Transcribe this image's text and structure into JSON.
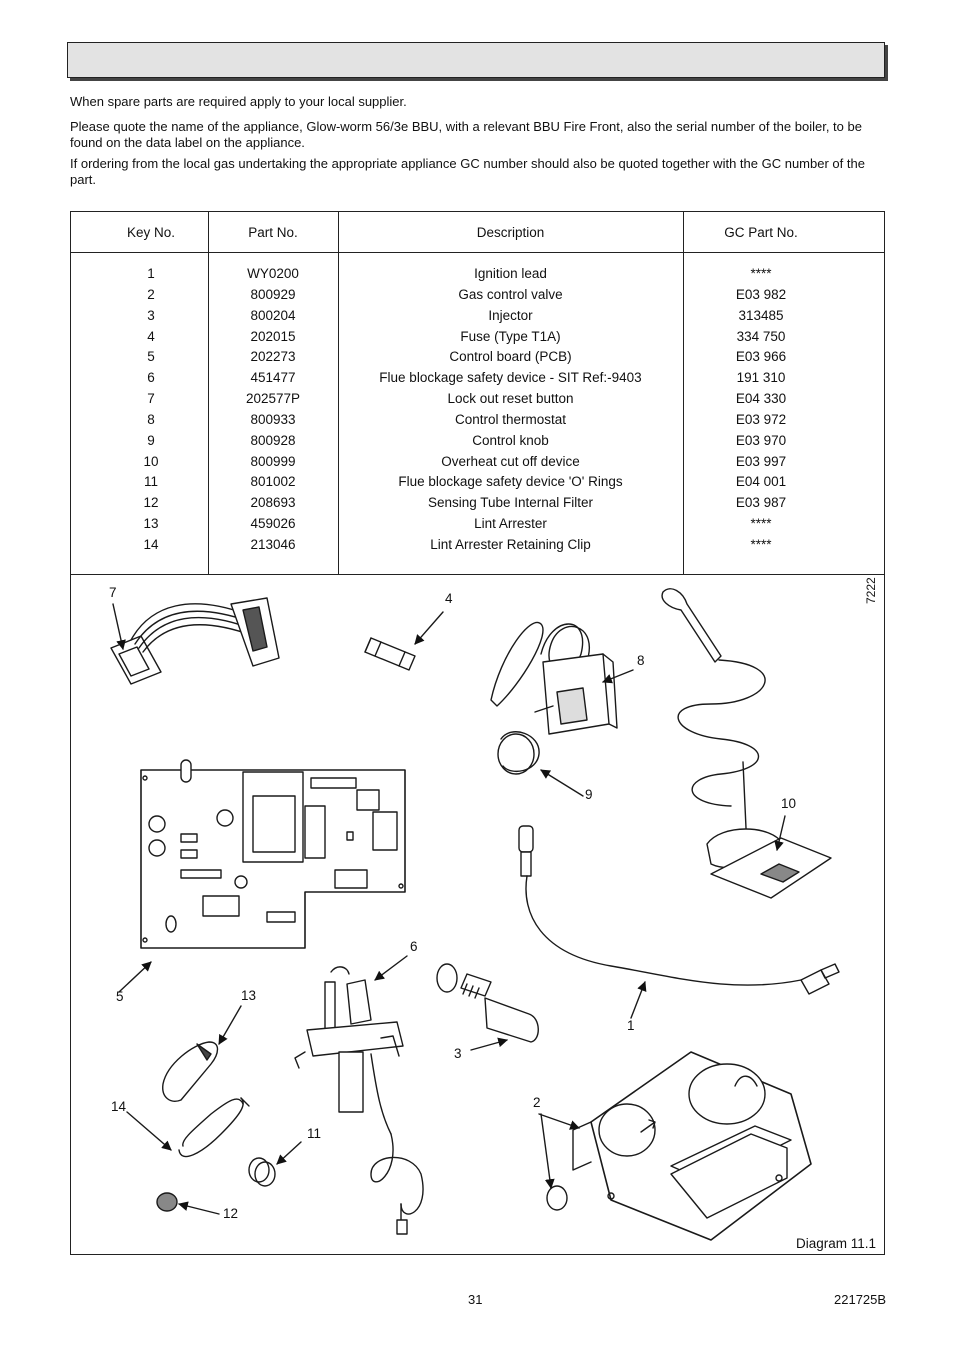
{
  "intro": {
    "p1": "When spare parts are required apply to your local supplier.",
    "p2": "Please quote the name of the appliance, Glow-worm 56/3e BBU, with a relevant BBU Fire Front, also the serial number of the boiler, to be found on the data label on the appliance.",
    "p3": "If ordering from the local gas undertaking the appropriate appliance GC number should also be quoted together with the GC number of the part."
  },
  "table": {
    "headers": [
      "Key No.",
      "Part No.",
      "Description",
      "GC Part No."
    ],
    "rows": [
      {
        "key": "1",
        "part": "WY0200",
        "desc": "Ignition lead",
        "gc": "****"
      },
      {
        "key": "2",
        "part": "800929",
        "desc": "Gas control valve",
        "gc": "E03 982"
      },
      {
        "key": "3",
        "part": "800204",
        "desc": "Injector",
        "gc": "313485"
      },
      {
        "key": "4",
        "part": "202015",
        "desc": "Fuse (Type T1A)",
        "gc": "334 750"
      },
      {
        "key": "5",
        "part": "202273",
        "desc": "Control board (PCB)",
        "gc": "E03 966"
      },
      {
        "key": "6",
        "part": "451477",
        "desc": "Flue blockage safety device - SIT Ref:-9403",
        "gc": "191 310"
      },
      {
        "key": "7",
        "part": "202577P",
        "desc": "Lock out reset button",
        "gc": "E04 330"
      },
      {
        "key": "8",
        "part": "800933",
        "desc": "Control thermostat",
        "gc": "E03 972"
      },
      {
        "key": "9",
        "part": "800928",
        "desc": "Control knob",
        "gc": "E03 970"
      },
      {
        "key": "10",
        "part": "800999",
        "desc": "Overheat cut off device",
        "gc": "E03 997"
      },
      {
        "key": "11",
        "part": "801002",
        "desc": "Flue blockage safety device 'O' Rings",
        "gc": "E04 001"
      },
      {
        "key": "12",
        "part": "208693",
        "desc": "Sensing Tube Internal Filter",
        "gc": "E03 987"
      },
      {
        "key": "13",
        "part": "459026",
        "desc": "Lint Arrester",
        "gc": "****"
      },
      {
        "key": "14",
        "part": "213046",
        "desc": "Lint Arrester Retaining Clip",
        "gc": "****"
      }
    ]
  },
  "diagram": {
    "ref": "7222",
    "caption": "Diagram 11.1",
    "callouts": [
      "1",
      "2",
      "3",
      "4",
      "5",
      "6",
      "7",
      "8",
      "9",
      "10",
      "11",
      "12",
      "13",
      "14"
    ]
  },
  "footer": {
    "page_number": "31",
    "doc_number": "221725B"
  }
}
